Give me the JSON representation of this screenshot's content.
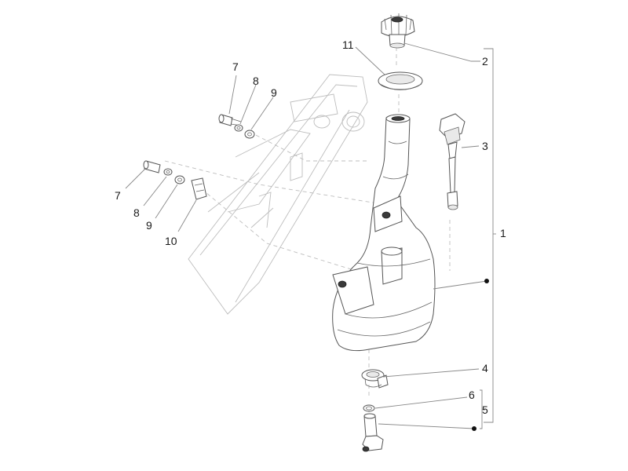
{
  "callouts": [
    {
      "key": "c1",
      "text": "1"
    },
    {
      "key": "c2",
      "text": "2"
    },
    {
      "key": "c3",
      "text": "3"
    },
    {
      "key": "c4",
      "text": "4"
    },
    {
      "key": "c5",
      "text": "5"
    },
    {
      "key": "c6",
      "text": "6"
    },
    {
      "key": "c7a",
      "text": "7"
    },
    {
      "key": "c7b",
      "text": "7"
    },
    {
      "key": "c8a",
      "text": "8"
    },
    {
      "key": "c8b",
      "text": "8"
    },
    {
      "key": "c9a",
      "text": "9"
    },
    {
      "key": "c9b",
      "text": "9"
    },
    {
      "key": "c10",
      "text": "10"
    },
    {
      "key": "c11",
      "text": "11"
    }
  ],
  "labels": {
    "c1": "1",
    "c2": "2",
    "c3": "3",
    "c4": "4",
    "c5": "5",
    "c6": "6",
    "c7a": "7",
    "c7b": "7",
    "c8a": "8",
    "c8b": "8",
    "c9a": "9",
    "c9b": "9",
    "c10": "10",
    "c11": "11"
  },
  "colors": {
    "line": "#555555",
    "ghost": "#bdbdbd",
    "leader": "#888888",
    "dot": "#111111"
  }
}
